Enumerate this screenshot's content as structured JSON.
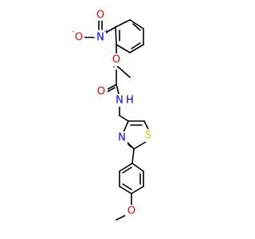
{
  "atoms": {
    "nitro_n": "N",
    "nitro_n_charge": "+",
    "nitro_o_minus": "O",
    "nitro_o_minus_charge": "-",
    "nitro_o_double": "O",
    "ether_o": "O",
    "carbonyl_o": "O",
    "amide_n": "N",
    "amide_h": "H",
    "thiazole_s": "S",
    "thiazole_n": "N",
    "methoxy_o": "O"
  },
  "colors": {
    "bond": "#000000",
    "oxygen": "#ff0000",
    "nitrogen": "#0000ff",
    "sulfur": "#cccc00",
    "background": "#ffffff"
  }
}
